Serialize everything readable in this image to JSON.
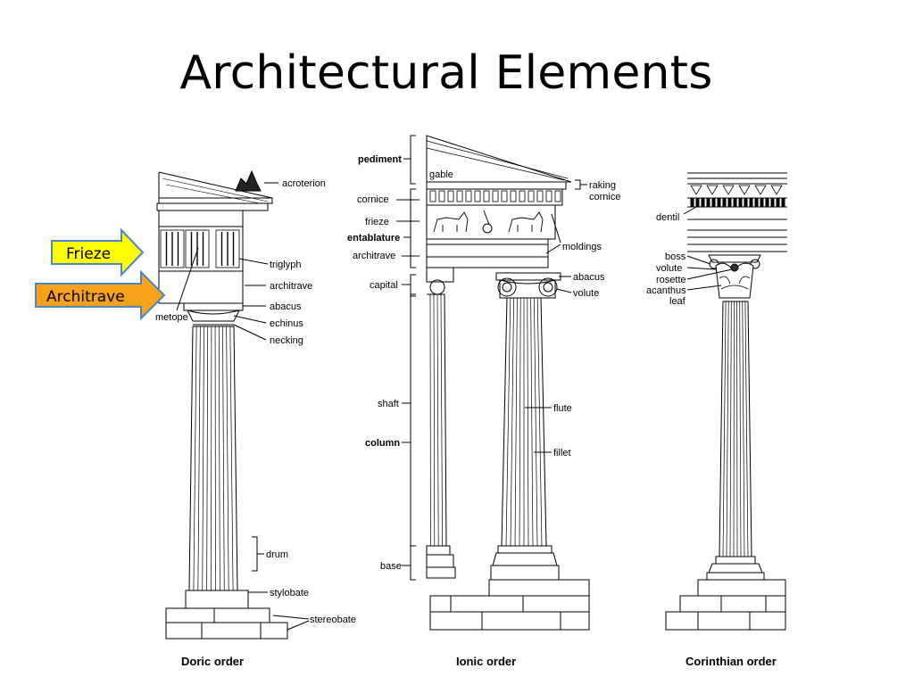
{
  "slide": {
    "title": "Architectural Elements"
  },
  "colors": {
    "frieze_fill": "#ffff00",
    "architrave_fill": "#f7a21b",
    "arrow_stroke": "#4a86c8"
  },
  "callouts": {
    "frieze": "Frieze",
    "architrave": "Architrave"
  },
  "doric": {
    "caption": "Doric order",
    "labels": {
      "acroterion": "acroterion",
      "triglyph": "triglyph",
      "architrave": "architrave",
      "abacus": "abacus",
      "echinus": "echinus",
      "necking": "necking",
      "metope": "metope",
      "drum": "drum",
      "stylobate": "stylobate",
      "stereobate": "stereobate"
    }
  },
  "ionic": {
    "caption": "Ionic order",
    "labels": {
      "pediment": "pediment",
      "gable": "gable",
      "raking": "raking",
      "cornice_sub": "cornice",
      "cornice": "cornice",
      "frieze": "frieze",
      "entablature": "entablature",
      "architrave": "architrave",
      "moldings": "moldings",
      "capital": "capital",
      "abacus": "abacus",
      "volute": "volute",
      "shaft": "shaft",
      "flute": "flute",
      "column": "column",
      "fillet": "fillet",
      "base": "base"
    }
  },
  "corinthian": {
    "caption": "Corinthian order",
    "labels": {
      "dentil": "dentil",
      "boss": "boss",
      "volute": "volute",
      "rosette": "rosette",
      "acanthus": "acanthus",
      "leaf": "leaf"
    }
  }
}
